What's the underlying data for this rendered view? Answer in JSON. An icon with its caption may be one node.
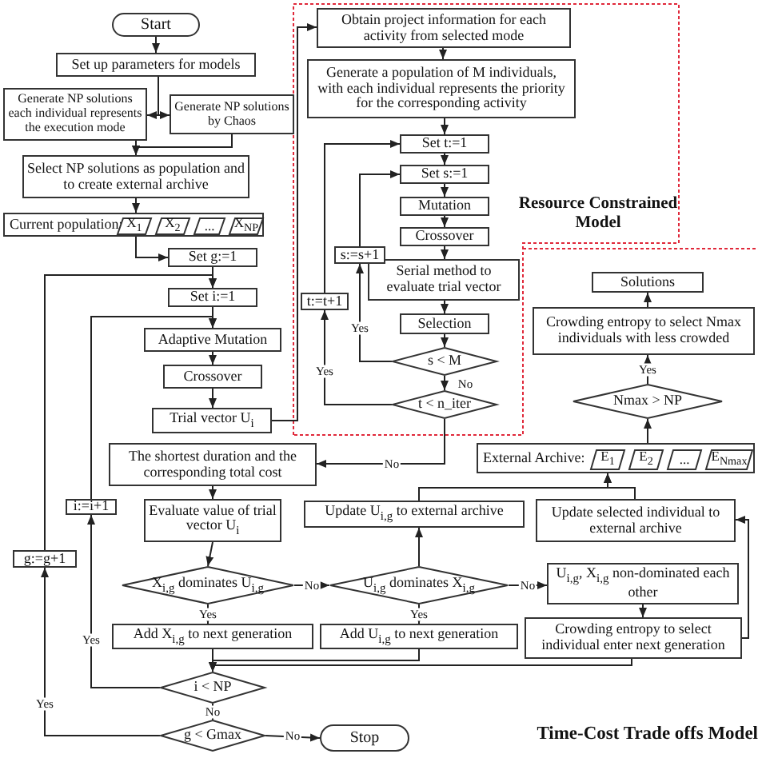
{
  "diagram": {
    "nodes": [
      {
        "text": [
          "Start"
        ]
      },
      {
        "text": [
          "Set up parameters for models"
        ]
      },
      {
        "text": [
          "Generate NP solutions each individual represents the execution mode"
        ]
      },
      {
        "text": [
          "Generate NP solutions by Chaos"
        ]
      },
      {
        "text": [
          "Select NP solutions as population and to create external archive"
        ]
      },
      {
        "text": [
          "Current population:"
        ]
      },
      {
        "text": [
          "X$_{1}$"
        ],
        "in": 5
      },
      {
        "text": [
          "X$_{2}$"
        ],
        "in": 5
      },
      {
        "text": [
          "..."
        ],
        "in": 5
      },
      {
        "text": [
          "X$_{NP}$"
        ],
        "in": 5
      },
      {
        "text": [
          "Set g:=1"
        ]
      },
      {
        "text": [
          "Set i:=1"
        ]
      },
      {
        "text": [
          "Adaptive Mutation"
        ]
      },
      {
        "text": [
          "Crossover"
        ]
      },
      {
        "text": [
          "Trial vector U$_{i}$"
        ]
      },
      {
        "text": [
          "The shortest duration and the corresponding total cost"
        ]
      },
      {
        "text": [
          "Evaluate value of trial vector U$_{i}$"
        ]
      },
      {
        "text": [
          "X$_{i,g}$ dominates U$_{i,g}$"
        ]
      },
      {
        "text": [
          "Add X$_{i,g}$ to next generation"
        ]
      },
      {
        "text": [
          "i < NP"
        ]
      },
      {
        "text": [
          "g < Gmax"
        ]
      },
      {
        "text": [
          "Stop"
        ]
      },
      {
        "text": [
          "i:=i+1"
        ]
      },
      {
        "text": [
          "g:=g+1"
        ]
      },
      {
        "text": [
          "Resource Constrained Model"
        ]
      },
      {
        "text": [
          "Obtain project information for each activity from selected mode"
        ],
        "in": 24
      },
      {
        "text": [
          "Generate a population of M individuals, with each individual represents the priority for the corresponding activity"
        ],
        "in": 24
      },
      {
        "text": [
          "Set t:=1"
        ],
        "in": 24
      },
      {
        "text": [
          "Set s:=1"
        ],
        "in": 24
      },
      {
        "text": [
          "Mutation"
        ],
        "in": 24
      },
      {
        "text": [
          "Crossover"
        ],
        "in": 24
      },
      {
        "text": [
          "Serial method to evaluate trial vector"
        ],
        "in": 24
      },
      {
        "text": [
          "Selection"
        ],
        "in": 24
      },
      {
        "text": [
          "s < M"
        ],
        "in": 24
      },
      {
        "text": [
          "t < n_iter"
        ],
        "in": 24
      },
      {
        "text": [
          "s:=s+1"
        ],
        "in": 24
      },
      {
        "text": [
          "t:=t+1"
        ],
        "in": 24
      },
      {
        "text": [
          "Time-Cost Trade offs Model"
        ]
      },
      {
        "text": [
          "Solutions"
        ],
        "in": 37
      },
      {
        "text": [
          "Crowding entropy to select Nmax individuals with less crowded"
        ],
        "in": 37
      },
      {
        "text": [
          "Nmax > NP"
        ],
        "in": 37
      },
      {
        "text": [
          "External Archive:"
        ]
      },
      {
        "text": [
          "E$_{1}$"
        ],
        "in": 41
      },
      {
        "text": [
          "E$_{2}$"
        ],
        "in": 41
      },
      {
        "text": [
          "..."
        ],
        "in": 41
      },
      {
        "text": [
          "E$_{Nmax}$"
        ],
        "in": 41
      },
      {
        "text": [
          "Update U$_{i,g}$ to external archive"
        ]
      },
      {
        "text": [
          "Update selected individual to external archive"
        ],
        "in": 37
      },
      {
        "text": [
          "U$_{i,g}$ dominates X$_{i,g}$"
        ]
      },
      {
        "text": [
          "Add U$_{i,g}$ to next generation"
        ]
      },
      {
        "text": [
          "U$_{i,g}$, X$_{i,g}$ non-dominated each other"
        ],
        "in": 37
      },
      {
        "text": [
          "Crowding entropy to select individual enter next generation"
        ],
        "in": 37
      }
    ],
    "edges": [
      {
        "from": 0,
        "to": 1,
        "arrow": "to"
      },
      {
        "from": 1,
        "to": 2,
        "arrow": "to"
      },
      {
        "from": 1,
        "to": 3,
        "arrow": "to"
      },
      {
        "from": 2,
        "to": 4,
        "arrow": "to"
      },
      {
        "from": 3,
        "to": 4,
        "arrow": "to"
      },
      {
        "from": 4,
        "to": 5,
        "arrow": "to"
      },
      {
        "from": 5,
        "to": 10,
        "arrow": "to"
      },
      {
        "from": 10,
        "to": 11,
        "arrow": "to"
      },
      {
        "from": 11,
        "to": 12,
        "arrow": "to"
      },
      {
        "from": 12,
        "to": 13,
        "arrow": "to"
      },
      {
        "from": 13,
        "to": 14,
        "arrow": "to"
      },
      {
        "from": 14,
        "to": 25,
        "arrow": "to"
      },
      {
        "from": 25,
        "to": 26,
        "arrow": "to"
      },
      {
        "from": 26,
        "to": 27,
        "arrow": "to"
      },
      {
        "from": 27,
        "to": 28,
        "arrow": "to"
      },
      {
        "from": 28,
        "to": 29,
        "arrow": "to"
      },
      {
        "from": 29,
        "to": 30,
        "arrow": "to"
      },
      {
        "from": 30,
        "to": 31,
        "arrow": "to"
      },
      {
        "from": 31,
        "to": 32,
        "arrow": "to"
      },
      {
        "from": 32,
        "to": 33,
        "arrow": "to"
      },
      {
        "from": 33,
        "to": 34,
        "arrow": "to",
        "label": "No"
      },
      {
        "from": 33,
        "to": 35,
        "arrow": "to",
        "label": "Yes"
      },
      {
        "from": 35,
        "to": 28,
        "arrow": "to"
      },
      {
        "from": 34,
        "to": 36,
        "arrow": "to",
        "label": "Yes"
      },
      {
        "from": 36,
        "to": 27,
        "arrow": "to"
      },
      {
        "from": 34,
        "to": 15,
        "arrow": "to",
        "label": "No"
      },
      {
        "from": 15,
        "to": 16,
        "arrow": "to"
      },
      {
        "from": 16,
        "to": 17,
        "arrow": "to"
      },
      {
        "from": 17,
        "to": 18,
        "arrow": "to",
        "label": "Yes"
      },
      {
        "from": 17,
        "to": 48,
        "arrow": "to",
        "label": "No"
      },
      {
        "from": 48,
        "to": 46,
        "arrow": "to"
      },
      {
        "from": 48,
        "to": 49,
        "arrow": "to",
        "label": "Yes"
      },
      {
        "from": 48,
        "to": 50,
        "arrow": "to",
        "label": "No"
      },
      {
        "from": 50,
        "to": 51,
        "arrow": "to"
      },
      {
        "from": 51,
        "to": 47,
        "arrow": "to"
      },
      {
        "from": 46,
        "to": 41,
        "arrow": "to"
      },
      {
        "from": 47,
        "to": 41,
        "arrow": "to"
      },
      {
        "from": 41,
        "to": 40,
        "arrow": "to"
      },
      {
        "from": 40,
        "to": 39,
        "arrow": "to",
        "label": "Yes"
      },
      {
        "from": 39,
        "to": 38,
        "arrow": "to"
      },
      {
        "from": 18,
        "to": 19,
        "arrow": "to"
      },
      {
        "from": 49,
        "to": 19,
        "arrow": "to"
      },
      {
        "from": 51,
        "to": 19,
        "arrow": "to"
      },
      {
        "from": 19,
        "to": 22,
        "arrow": "to",
        "label": "Yes"
      },
      {
        "from": 22,
        "to": 12,
        "arrow": "to"
      },
      {
        "from": 19,
        "to": 20,
        "arrow": "to",
        "label": "No"
      },
      {
        "from": 20,
        "to": 23,
        "arrow": "to",
        "label": "Yes"
      },
      {
        "from": 23,
        "to": 11,
        "arrow": "to"
      },
      {
        "from": 20,
        "to": 21,
        "arrow": "to",
        "label": "No"
      }
    ]
  }
}
